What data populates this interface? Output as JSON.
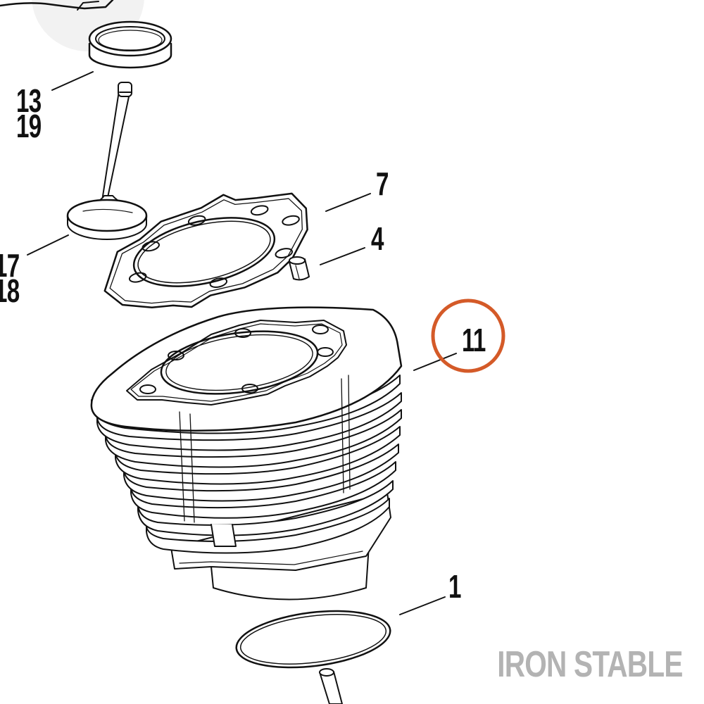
{
  "callouts": {
    "c13": "13",
    "c19": "19",
    "c7": "7",
    "c4": "4",
    "c17": "17",
    "c18": "18",
    "c11": "11",
    "c1": "1"
  },
  "highlight": {
    "part": "11",
    "color": "#d45a28"
  },
  "watermark": "IRON STABLE",
  "colors": {
    "line": "#111111",
    "page": "#ffffff",
    "shadow": "#f2f2f2",
    "watermark": "#b3b3b3"
  }
}
